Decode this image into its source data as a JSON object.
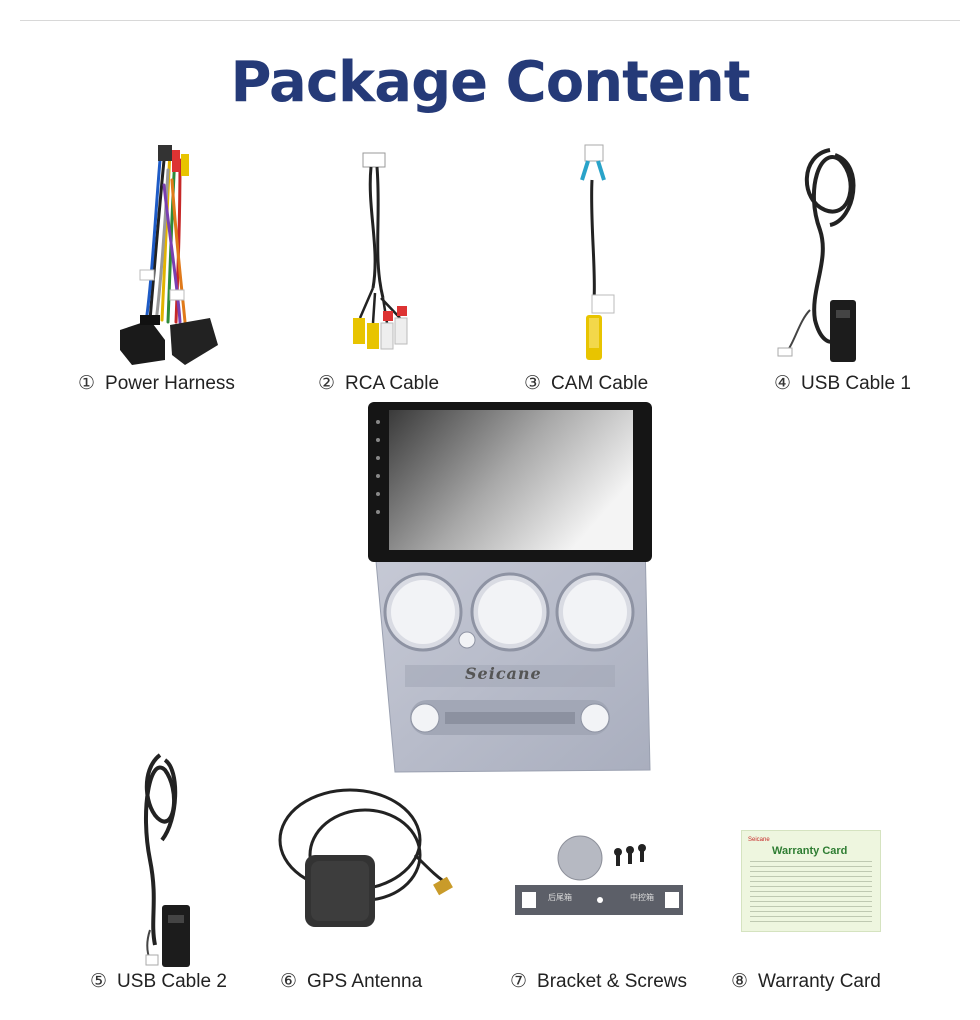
{
  "title": "Package Content",
  "items": [
    {
      "num": "①",
      "label": "Power Harness"
    },
    {
      "num": "②",
      "label": "RCA Cable"
    },
    {
      "num": "③",
      "label": "CAM Cable"
    },
    {
      "num": "④",
      "label": "USB Cable 1"
    },
    {
      "num": "⑤",
      "label": "USB Cable 2"
    },
    {
      "num": "⑥",
      "label": "GPS Antenna"
    },
    {
      "num": "⑦",
      "label": "Bracket & Screws"
    },
    {
      "num": "⑧",
      "label": "Warranty Card"
    }
  ],
  "unit": {
    "brand": "Seicane"
  },
  "bracket": {
    "label_left": "后尾箱",
    "label_right": "中控箱"
  },
  "warranty_card": {
    "brand": "Seicane",
    "title": "Warranty Card"
  },
  "colors": {
    "title": "#253a78",
    "panel": "#b9bdcc",
    "warranty_green": "#2e7d32"
  }
}
